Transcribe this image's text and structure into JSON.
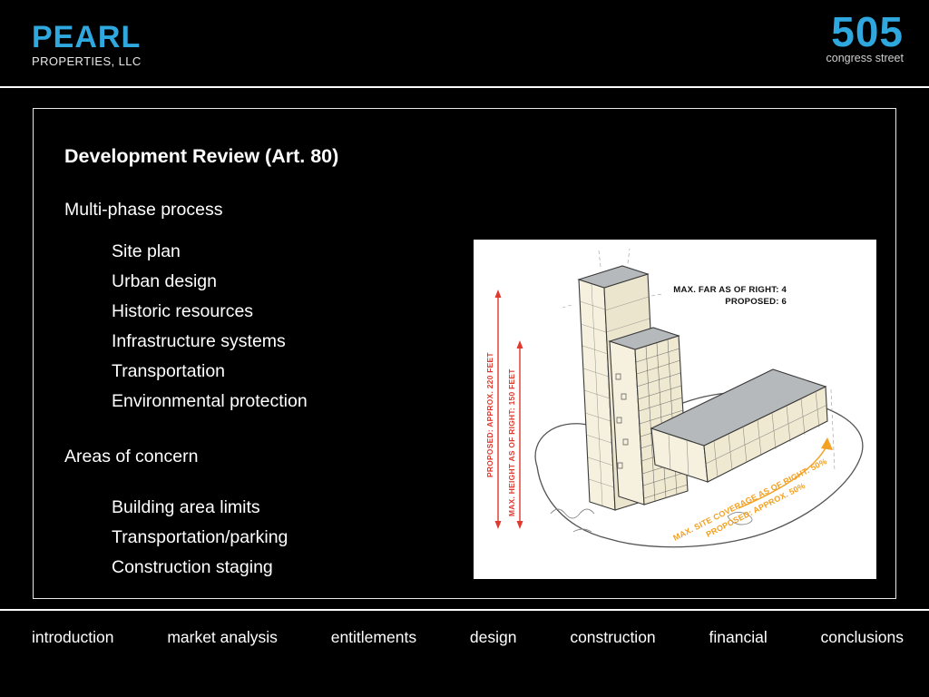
{
  "header": {
    "brand_name": "PEARL",
    "brand_subtitle": "PROPERTIES, LLC",
    "logo_number": "505",
    "logo_subtitle": "congress street",
    "accent_color": "#2FA8DF"
  },
  "slide": {
    "title": "Development Review (Art. 80)",
    "sections": [
      {
        "heading": "Multi-phase process",
        "items": [
          "Site plan",
          "Urban design",
          "Historic resources",
          "Infrastructure systems",
          "Transportation",
          "Environmental protection"
        ]
      },
      {
        "heading": "Areas of concern",
        "items": [
          "Building area limits",
          "Transportation/parking",
          "Construction staging"
        ]
      }
    ]
  },
  "sketch": {
    "annotations": {
      "far_line1": "MAX. FAR AS OF RIGHT: 4",
      "far_line2": "PROPOSED: 6",
      "height_proposed": "PROPOSED: APPROX. 220 FEET",
      "height_max": "MAX. HEIGHT AS OF RIGHT: 150 FEET",
      "coverage_line1": "MAX. SITE COVERAGE AS OF RIGHT: 50%",
      "coverage_line2": "PROPOSED: APPROX. 50%"
    },
    "colors": {
      "height_annotation": "#E0392E",
      "coverage_annotation": "#F2A124"
    }
  },
  "footer": {
    "items": [
      "introduction",
      "market analysis",
      "entitlements",
      "design",
      "construction",
      "financial",
      "conclusions"
    ]
  }
}
